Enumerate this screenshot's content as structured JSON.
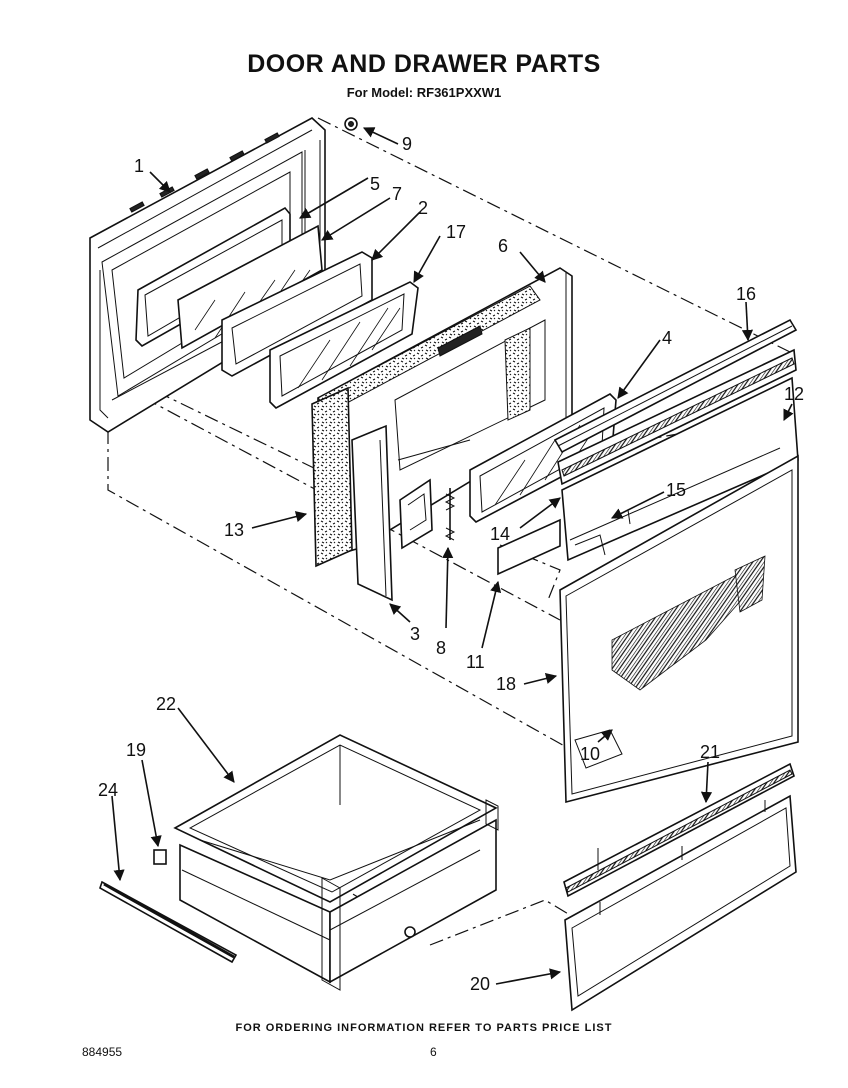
{
  "header": {
    "title": "DOOR AND DRAWER PARTS",
    "subtitle": "For Model: RF361PXXW1"
  },
  "callouts": [
    {
      "id": "1",
      "label": "1"
    },
    {
      "id": "2",
      "label": "2"
    },
    {
      "id": "3",
      "label": "3"
    },
    {
      "id": "4",
      "label": "4"
    },
    {
      "id": "5",
      "label": "5"
    },
    {
      "id": "6",
      "label": "6"
    },
    {
      "id": "7",
      "label": "7"
    },
    {
      "id": "8",
      "label": "8"
    },
    {
      "id": "9",
      "label": "9"
    },
    {
      "id": "10",
      "label": "10"
    },
    {
      "id": "11",
      "label": "11"
    },
    {
      "id": "12",
      "label": "12"
    },
    {
      "id": "13",
      "label": "13"
    },
    {
      "id": "14",
      "label": "14"
    },
    {
      "id": "15",
      "label": "15"
    },
    {
      "id": "16",
      "label": "16"
    },
    {
      "id": "17",
      "label": "17"
    },
    {
      "id": "18",
      "label": "18"
    },
    {
      "id": "19",
      "label": "19"
    },
    {
      "id": "20",
      "label": "20"
    },
    {
      "id": "21",
      "label": "21"
    },
    {
      "id": "22",
      "label": "22"
    },
    {
      "id": "24",
      "label": "24"
    }
  ],
  "footer": {
    "ordering_note": "FOR ORDERING INFORMATION REFER TO PARTS PRICE LIST",
    "catalog_number": "884955",
    "page_number": "6"
  }
}
